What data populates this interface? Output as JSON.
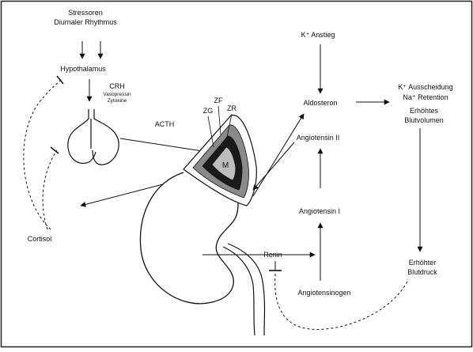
{
  "labels": {
    "stressoren": "Stressoren",
    "diurnaler": "Diurnaler Rhythmus",
    "hypothalamus": "Hypothalamus",
    "crh": "CRH",
    "vasopressin": "Vasopressin",
    "zytokine": "Zytokine",
    "acth": "ACTH",
    "zg": "ZG",
    "zf": "ZF",
    "zr": "ZR",
    "m": "M",
    "cortisol": "Cortisol",
    "k_anstieg": "K⁺ Anstieg",
    "aldosteron": "Aldosteron",
    "k_ausscheidung": "K⁺ Ausscheidung",
    "na_retention": "Na⁺ Retention",
    "erhoehtes": "Erhöhtes",
    "blutvolumen": "Blutvolumen",
    "angiotensin_ii": "Angiotensin II",
    "angiotensin_i": "Angiotensin I",
    "renin": "Renin",
    "angiotensinogen": "Angiotensinogen",
    "erhoehter": "Erhöhter",
    "blutdruck": "Blutdruck"
  }
}
